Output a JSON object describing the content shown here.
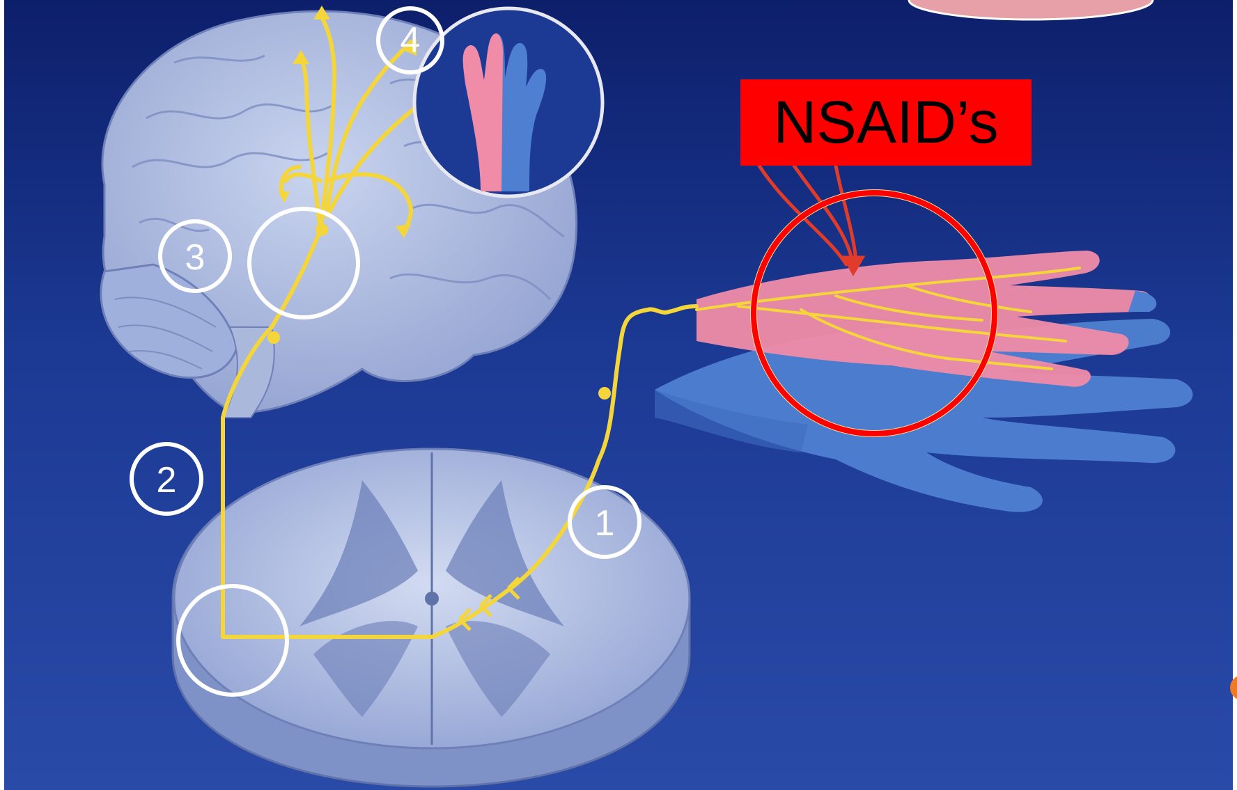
{
  "diagram": {
    "callout": {
      "label": "NSAID’s"
    },
    "steps": [
      {
        "number": "1"
      },
      {
        "number": "2"
      },
      {
        "number": "3"
      },
      {
        "number": "4"
      }
    ]
  },
  "colors": {
    "background_dark": "#0d1f6b",
    "background_mid": "#2a4aa8",
    "nerve_pathway": "#f5d63a",
    "pain_region": "#f08ca8",
    "hand_unaffected": "#4f7fd0",
    "tissue": "#aab8dc",
    "callout_fill": "#ff0000",
    "callout_ring": "#ff0000",
    "step_ring": "#ffffff"
  }
}
